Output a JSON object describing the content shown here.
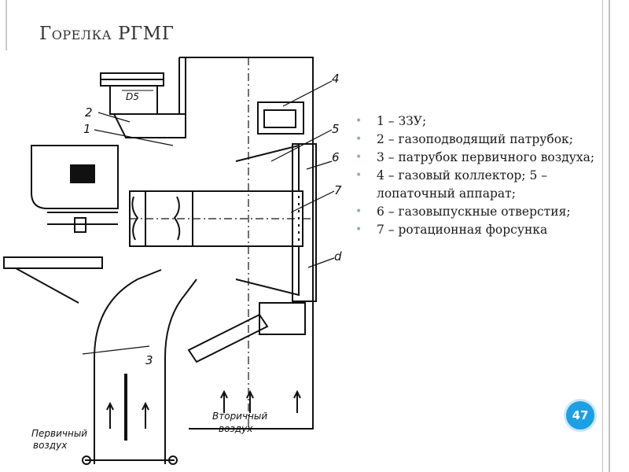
{
  "slide": {
    "title": "Горелка РГМГ",
    "page_number": "47",
    "legend": [
      "1 – ЗЗУ;",
      "2 – газоподводящий патрубок;",
      "3 – патрубок первичного воздуха;",
      "4 – газовый коллектор; 5 – лопаточный аппарат;",
      "6 – газовыпускные отверстия;",
      "7 – ротационная форсунка"
    ],
    "bullet_glyph": "•"
  },
  "diagram": {
    "labels": {
      "n1": "1",
      "n2": "2",
      "n3": "3",
      "n4": "4",
      "n5": "5",
      "n6": "6",
      "n7": "7",
      "d": "d",
      "dim": "D5",
      "primary_air_1": "Первичный",
      "primary_air_2": "воздух",
      "secondary_air_1": "Вторичный",
      "secondary_air_2": "воздух"
    }
  }
}
